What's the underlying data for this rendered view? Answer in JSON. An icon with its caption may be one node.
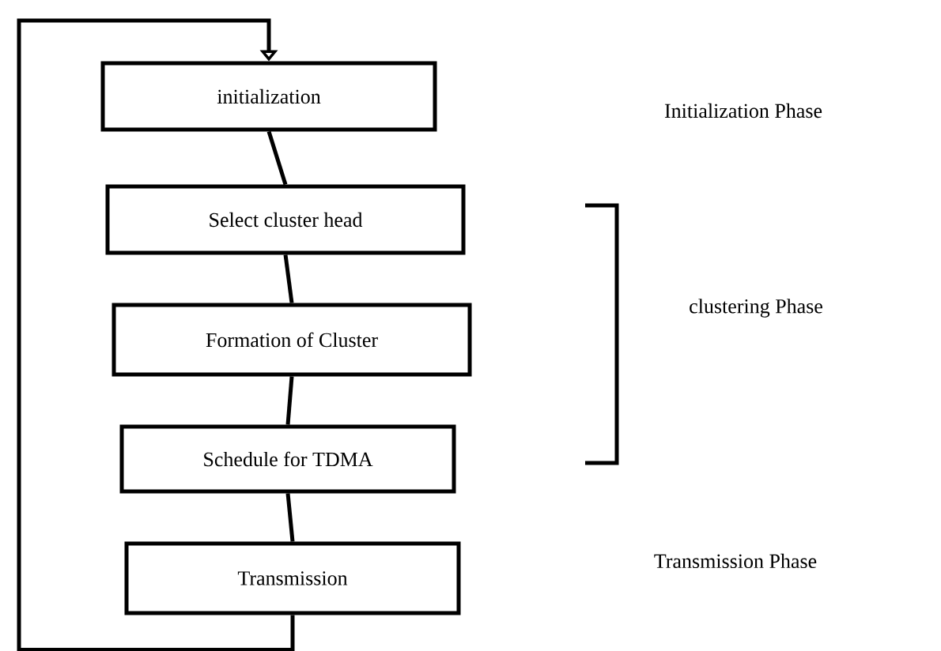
{
  "diagram": {
    "nodes": [
      {
        "text": [
          "initialization"
        ]
      },
      {
        "text": [
          "Select cluster head"
        ]
      },
      {
        "text": [
          "Formation of Cluster"
        ]
      },
      {
        "text": [
          "Schedule for TDMA"
        ]
      },
      {
        "text": [
          "Transmission"
        ]
      }
    ],
    "edges": [
      {
        "from": 0,
        "to": 1,
        "arrow": "none"
      },
      {
        "from": 1,
        "to": 2,
        "arrow": "none"
      },
      {
        "from": 2,
        "to": 3,
        "arrow": "none"
      },
      {
        "from": 3,
        "to": 4,
        "arrow": "none"
      },
      {
        "from": 4,
        "to": 0,
        "arrow": "to"
      }
    ],
    "labels": [
      "Initialization Phase",
      "clustering Phase",
      "Transmission Phase"
    ]
  }
}
